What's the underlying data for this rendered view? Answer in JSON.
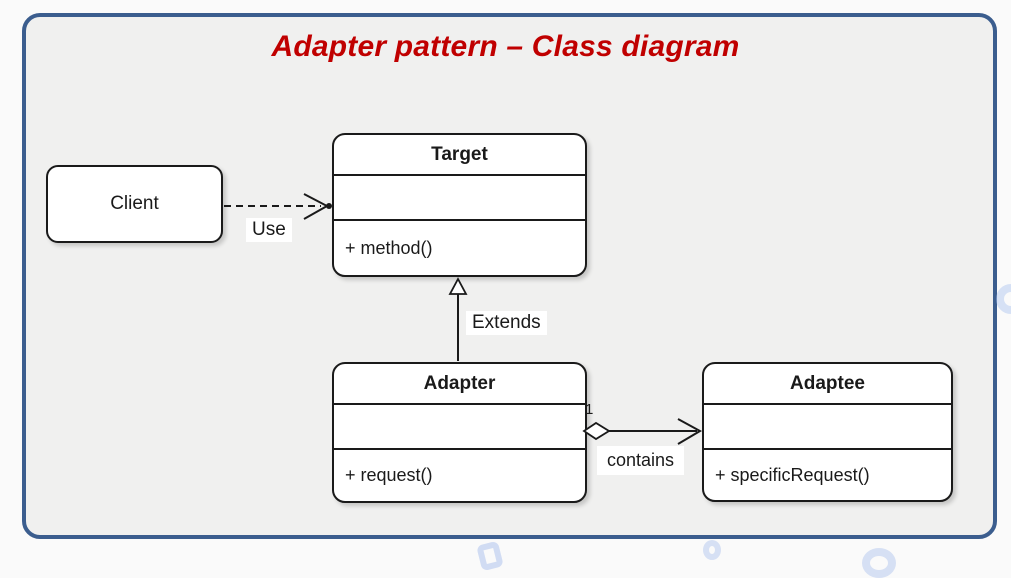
{
  "title": "Adapter pattern – Class diagram",
  "colors": {
    "title_red": "#c00000",
    "frame_blue": "#3b5d8e",
    "canvas_bg": "#f0f0ef",
    "page_bg": "#fafafa",
    "node_fill": "#ffffff",
    "node_border": "#1a1a1a"
  },
  "nodes": {
    "client": {
      "name": "Client"
    },
    "target": {
      "name": "Target",
      "attributes": "",
      "operations": "+ method()"
    },
    "adapter": {
      "name": "Adapter",
      "attributes": "",
      "operations": "+ request()"
    },
    "adaptee": {
      "name": "Adaptee",
      "attributes": "",
      "operations": "+ specificRequest()"
    }
  },
  "edges": {
    "use": {
      "label": "Use",
      "type": "dependency (dashed, open arrow)",
      "from": "Client",
      "to": "Target"
    },
    "extends": {
      "label": "Extends",
      "type": "generalization (hollow triangle)",
      "from": "Adapter",
      "to": "Target"
    },
    "contains": {
      "label": "contains",
      "multiplicity": "1",
      "type": "aggregation (hollow diamond, open arrow)",
      "from": "Adapter",
      "to": "Adaptee"
    }
  }
}
